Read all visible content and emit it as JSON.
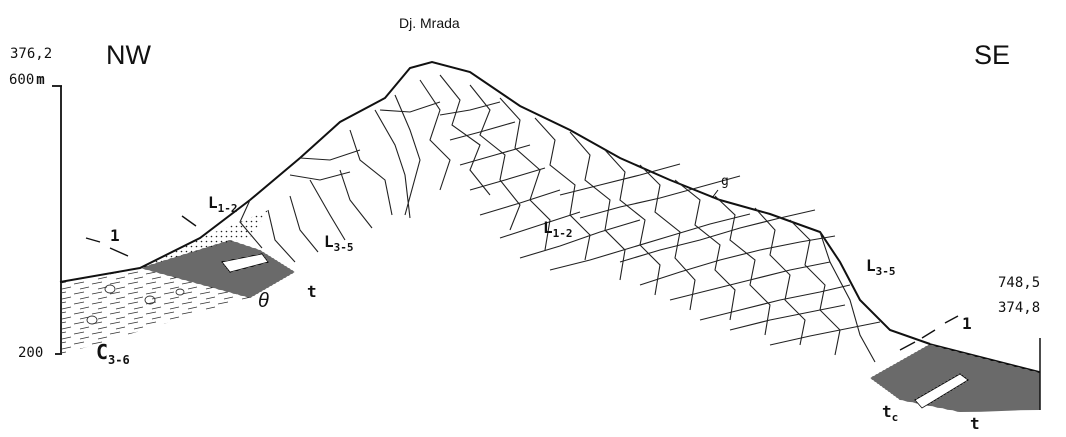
{
  "place_label": "Dj. Mrada",
  "directions": {
    "left": "NW",
    "right": "SE"
  },
  "left_axis": {
    "top_coord": "376,2",
    "top_elev": "600",
    "unit": "m",
    "bottom_elev": "200"
  },
  "right_coords": {
    "upper": "748,5",
    "lower": "374,8"
  },
  "unit_labels": {
    "c_main": "C",
    "c_sub": "3-6",
    "l_left_main": "L",
    "l_left_sub": "3-5",
    "l_right_main": "L",
    "l_right_sub": "3-5",
    "l_center_main": "L",
    "l_center_sub": "1-2",
    "l_top_main": "L",
    "l_top_sub": "1-2",
    "theta": "θ",
    "t_left": "t",
    "t_right": "t",
    "tc": "t",
    "tc_sub": "c",
    "fault_left": "1",
    "fault_right": "1",
    "g": "g"
  }
}
